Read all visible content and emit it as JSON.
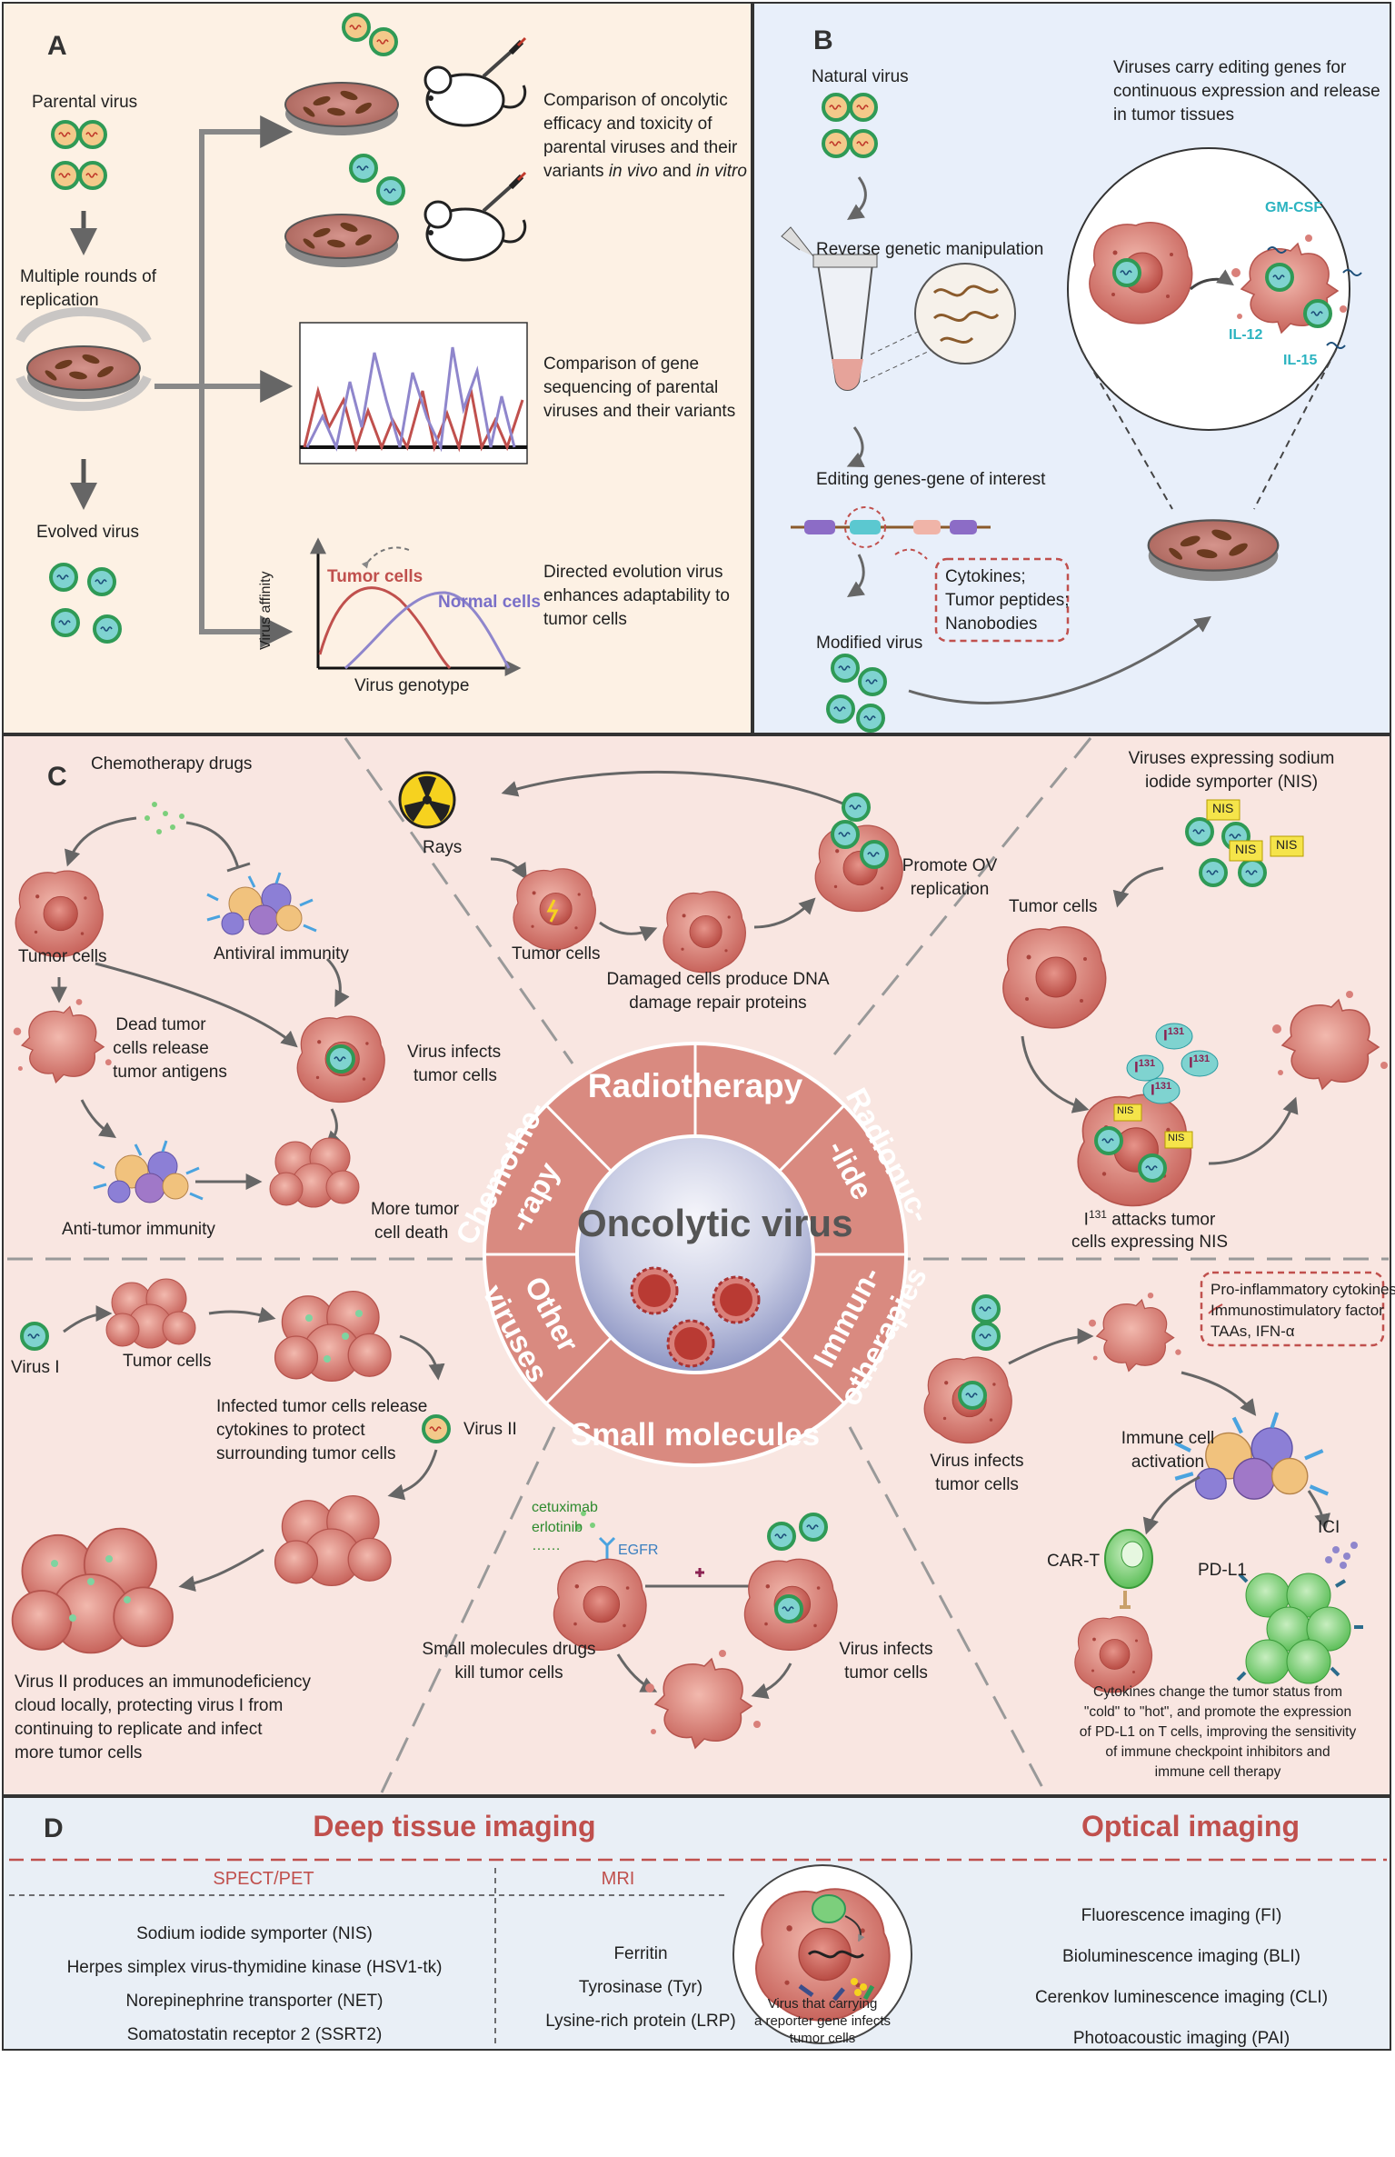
{
  "panel_a": {
    "label": "A",
    "parental_virus": "Parental virus",
    "multiple_rounds": [
      "Multiple rounds of",
      "replication"
    ],
    "evolved_virus": "Evolved virus",
    "comparison_efficacy": [
      "Comparison of oncolytic",
      "efficacy and toxicity of",
      "parental viruses and their"
    ],
    "variants_prefix": "variants ",
    "in_vivo": "in vivo",
    "and_word": " and ",
    "in_vitro": "in vitro",
    "comparison_gene": [
      "Comparison of gene",
      "sequencing of parental",
      "viruses and their variants"
    ],
    "chart_tumor_cells": "Tumor cells",
    "chart_normal_cells": "Normal cells",
    "chart_ylabel": "Virus affinity",
    "chart_xlabel": "Virus genotype",
    "directed_evolution": [
      "Directed evolution virus",
      "enhances adaptability to",
      "tumor cells"
    ]
  },
  "panel_b": {
    "label": "B",
    "natural_virus": "Natural virus",
    "reverse_genetic": "Reverse genetic manipulation",
    "editing_genes": "Editing genes-gene of interest",
    "payload_box": [
      "Cytokines;",
      "Tumor peptides;",
      "Nanobodies"
    ],
    "modified_virus": "Modified virus",
    "carry_text": [
      "Viruses carry editing genes for",
      "continuous expression and release",
      "in tumor tissues"
    ],
    "gm_csf": "GM-CSF",
    "il_12": "IL-12",
    "il_15": "IL-15"
  },
  "panel_c": {
    "label": "C",
    "chemotherapy_drugs": "Chemotherapy drugs",
    "tumor_cells_chemo": "Tumor cells",
    "antiviral_immunity": "Antiviral immunity",
    "dead_tumor": [
      "Dead tumor",
      "cells release",
      "tumor antigens"
    ],
    "virus_infects_chemo": [
      "Virus infects",
      "tumor cells"
    ],
    "anti_tumor_immunity": "Anti-tumor immunity",
    "more_death": [
      "More tumor",
      "cell death"
    ],
    "rays": "Rays",
    "tumor_cells_rad": "Tumor cells",
    "damaged_cells": [
      "Damaged cells produce DNA",
      "damage repair proteins"
    ],
    "promote_ov": [
      "Promote OV",
      "replication"
    ],
    "nis_title": [
      "Viruses expressing sodium",
      "iodide symporter (NIS)"
    ],
    "nis_tag": "NIS",
    "tumor_cells_nis": "Tumor cells",
    "iodine": "I",
    "iodine_sup": "131",
    "i131_attacks": [
      "attacks tumor",
      "cells expressing NIS"
    ],
    "virus_i": "Virus I",
    "tumor_cells_virus": "Tumor cells",
    "infected_release": [
      "Infected tumor cells release",
      "cytokines to protect",
      "surrounding tumor cells"
    ],
    "virus_ii": "Virus II",
    "virus_ii_produces": [
      "Virus II produces an immunodeficiency",
      "cloud locally, protecting virus I from",
      "continuing to replicate and infect",
      "more tumor cells"
    ],
    "drugs": [
      "cetuximab",
      "erlotinib",
      "……"
    ],
    "egfr": "EGFR",
    "small_mol_kill": [
      "Small molecules drugs",
      "kill tumor cells"
    ],
    "virus_infects_sm": [
      "Virus infects",
      "tumor cells"
    ],
    "virus_infects_immuno": [
      "Virus infects",
      "tumor cells"
    ],
    "immuno_box": [
      "Pro-inflammatory cytokines",
      "Immunostimulatory factor",
      "TAAs, IFN-α"
    ],
    "immune_activation": [
      "Immune cell",
      "activation"
    ],
    "car_t": "CAR-T",
    "pd_l1": "PD-L1",
    "ici": "ICI",
    "cytokines_change": [
      "Cytokines change the tumor status from",
      "\"cold\" to \"hot\", and promote the expression",
      "of PD-L1 on T cells, improving the sensitivity",
      "of immune checkpoint inhibitors and",
      "immune cell therapy"
    ]
  },
  "center": {
    "title": "Oncolytic virus",
    "radiotherapy": "Radiotherapy",
    "chemotherapy": [
      "Chemothe-",
      "-rapy"
    ],
    "radionuclide": [
      "Radionuc-",
      "-lide"
    ],
    "other_viruses": [
      "Other",
      "viruses"
    ],
    "immunotherapies": [
      "Immun-",
      "otherapies"
    ],
    "small_molecules": "Small molecules"
  },
  "panel_d": {
    "label": "D",
    "deep_tissue": "Deep tissue imaging",
    "optical": "Optical imaging",
    "spect_pet": "SPECT/PET",
    "mri": "MRI",
    "spect_items": [
      "Sodium iodide symporter (NIS)",
      "Herpes simplex virus-thymidine kinase (HSV1-tk)",
      "Norepinephrine transporter (NET)",
      "Somatostatin receptor 2 (SSRT2)"
    ],
    "mri_items": [
      "Ferritin",
      "Tyrosinase (Tyr)",
      "Lysine-rich protein (LRP)"
    ],
    "optical_items": [
      "Fluorescence imaging (FI)",
      "Bioluminescence imaging (BLI)",
      "Cerenkov luminescence imaging (CLI)",
      "Photoacoustic imaging (PAI)"
    ],
    "reporter_caption": [
      "Virus that carrying",
      "a reporter gene infects",
      "tumor cells"
    ]
  },
  "colors": {
    "panel_a_bg": "#fdf1e4",
    "panel_b_bg": "#e8effa",
    "panel_c_bg": "#f9e6e1",
    "panel_d_bg": "#e9eff6",
    "accent_red": "#c0504d",
    "tumor": "#d9807a",
    "virus_ring": "#3a9b5a",
    "cyan": "#2bb3c0",
    "purple_line": "#8f86cc"
  }
}
